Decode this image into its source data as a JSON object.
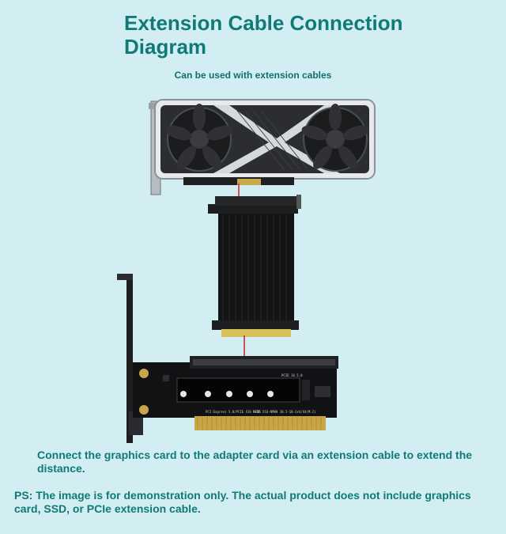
{
  "header": {
    "title": "Extension Cable Connection Diagram",
    "subtitle": "Can be used with extension cables"
  },
  "diagram": {
    "gpu_label": "",
    "adapter_card_labels": [
      "PCIE 16 5.0",
      "PCI-Express 5.0/PCIE X16 GEN5",
      "PCIE X16-NMHH 10.5-10-2x4/X4(M.2)"
    ],
    "connector_color": "#c8222e"
  },
  "footer": {
    "caption": "Connect the graphics card to the adapter card via an extension cable to extend the distance.",
    "note": "PS: The image is for demonstration only. The actual product does not include graphics card, SSD, or PCIe extension cable."
  }
}
